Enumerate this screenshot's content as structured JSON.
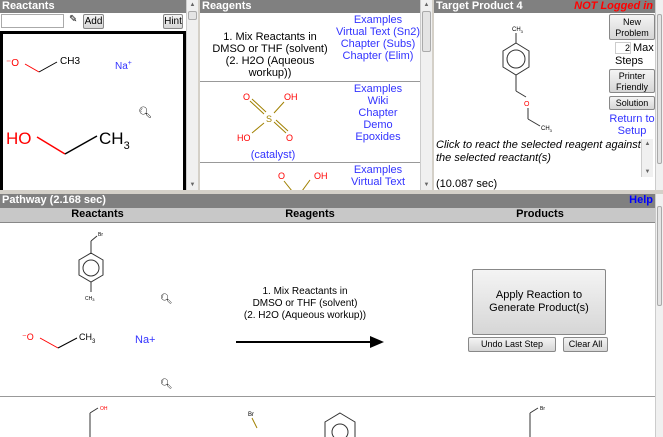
{
  "reactants": {
    "title": "Reactants",
    "add_label": "Add",
    "hint_label": "Hint",
    "search_value": "",
    "na": "Na+",
    "ch3": "CH3",
    "ho": "HO",
    "o_minus": "-O"
  },
  "reagents": {
    "title": "Reagents",
    "items": [
      {
        "text": [
          "1. Mix Reactants in",
          "DMSO or THF (solvent)",
          "(2. H2O (Aqueous workup))"
        ],
        "links": [
          "Examples",
          "Virtual Text (Sn2)",
          "Chapter (Subs)",
          "Chapter (Elim)"
        ]
      },
      {
        "caption": "(catalyst)",
        "links": [
          "Examples",
          "Wiki",
          "Chapter",
          "Demo",
          "Epoxides"
        ]
      },
      {
        "links": [
          "Examples",
          "Virtual Text"
        ]
      }
    ]
  },
  "target": {
    "title": "Target Product 4",
    "login_status": "NOT Logged in",
    "new_problem": "New Problem",
    "max_steps_value": "2",
    "max_label": "Max",
    "steps_label": "Steps",
    "printer_friendly": "Printer Friendly",
    "solution": "Solution",
    "return_setup": "Return to Setup",
    "message": "Click to react the selected reagent against the selected reactant(s)",
    "time": "(10.087 sec)"
  },
  "pathway": {
    "title": "Pathway (2.168 sec)",
    "help": "Help",
    "columns": [
      "Reactants",
      "Reagents",
      "Products"
    ],
    "reagent_text": [
      "1. Mix Reactants in",
      "DMSO or THF (solvent)",
      "(2. H2O (Aqueous workup))"
    ],
    "apply_button": "Apply Reaction to Generate Product(s)",
    "undo": "Undo Last Step",
    "clear": "Clear All",
    "na": "Na+"
  },
  "colors": {
    "header": "#808080",
    "link": "#3333ff",
    "red": "#ff0000"
  }
}
